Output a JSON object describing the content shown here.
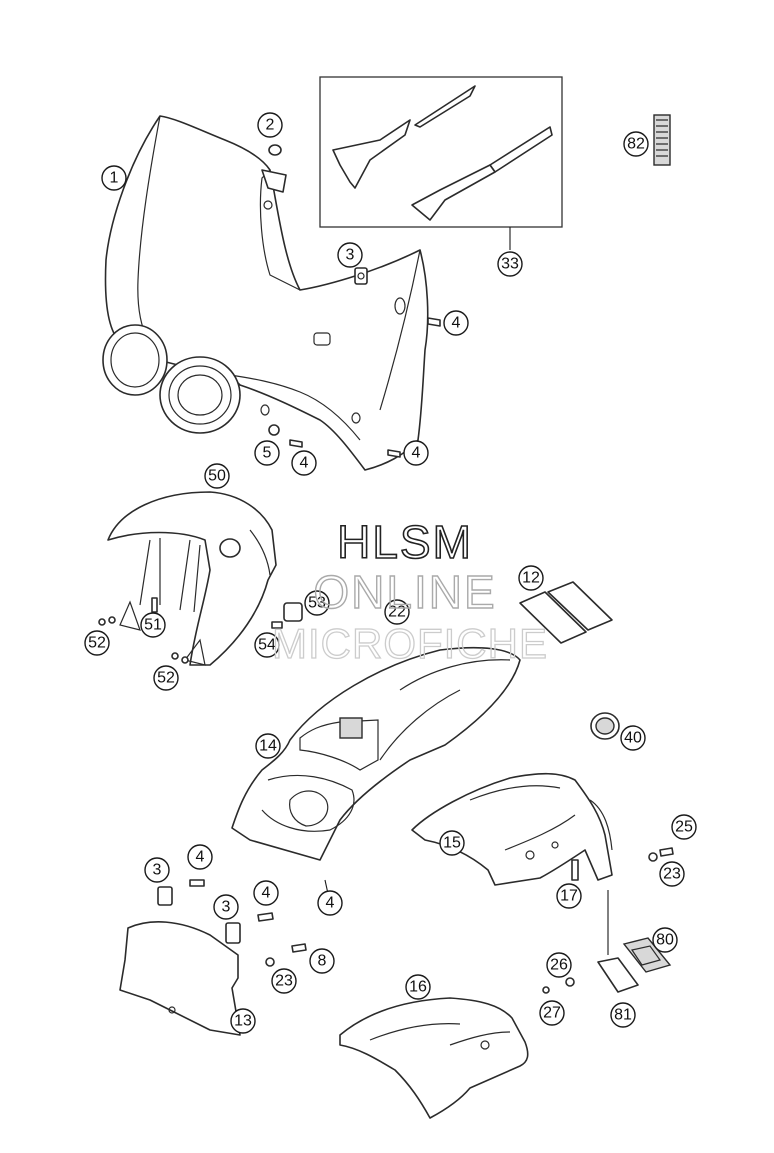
{
  "watermark": {
    "line1": "HLSM",
    "line2": "ONLINE",
    "line3": "MICROFICHE"
  },
  "callouts": [
    "1",
    "2",
    "3",
    "4",
    "4",
    "5",
    "4",
    "4",
    "33",
    "82",
    "50",
    "51",
    "52",
    "52",
    "53",
    "54",
    "22",
    "12",
    "14",
    "40",
    "15",
    "25",
    "23",
    "17",
    "3",
    "4",
    "3",
    "4",
    "8",
    "23",
    "13",
    "16",
    "26",
    "27",
    "80",
    "81"
  ]
}
